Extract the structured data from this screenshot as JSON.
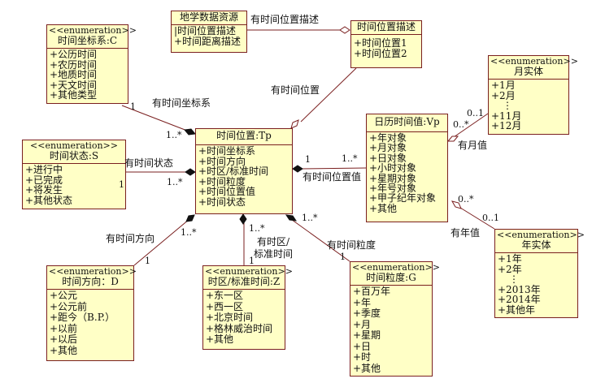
{
  "classes": {
    "geo_resource": {
      "name": "地学数据资源",
      "attrs": [
        "|时间位置描述",
        "+时间距离描述"
      ]
    },
    "time_pos_desc": {
      "name": "时间位置描述",
      "attrs": [
        "+时间位置1",
        "+时间位置2"
      ]
    },
    "time_coord_sys": {
      "stereotype": "<<enumeration>>",
      "name": "时间坐标系:C",
      "attrs": [
        "+公历时间",
        "+农历时间",
        "+地质时间",
        "+天文时间",
        "+其他类型"
      ]
    },
    "month_entity": {
      "stereotype": "<<enumeration>>",
      "name": "月实体",
      "attrs": [
        "+1月",
        "+2月",
        "⋮",
        "+11月",
        "+12月"
      ]
    },
    "calendar_value": {
      "name": "日历时间值:Vp",
      "attrs": [
        "+年对象",
        "+月对象",
        "+日对象",
        "+小时对象",
        "+星期对象",
        "+年号对象",
        "+甲子纪年对象",
        "+其他"
      ]
    },
    "time_state": {
      "stereotype": "<<enumeration>>",
      "name": "时间状态:S",
      "attrs": [
        "+进行中",
        "+已完成",
        "+将发生",
        "+其他状态"
      ]
    },
    "time_position": {
      "name": "时间位置:Tp",
      "attrs": [
        "+时间坐标系",
        "+时间方向",
        "+时区/标准时间",
        "+时间粒度",
        "+时间位置值",
        "+时间状态"
      ]
    },
    "year_entity": {
      "stereotype": "<<enumeration>>",
      "name": "年实体",
      "attrs": [
        "+1年",
        "+2年",
        "⋮",
        "+2013年",
        "+2014年",
        "+其他年"
      ]
    },
    "time_direction": {
      "stereotype": "<<enumeration>>",
      "name": "时间方向：D",
      "attrs": [
        "+公元",
        "+公元前",
        "+距今（B.P.）",
        "+以前",
        "+以后",
        "+其他"
      ]
    },
    "timezone": {
      "stereotype": "<<enumeration>>",
      "name": "时区/标准时间:Z",
      "attrs": [
        "+东一区",
        "+西一区",
        "+北京时间",
        "+格林威治时间",
        "+其他"
      ]
    },
    "granularity": {
      "stereotype": "<<enumeration>>",
      "name": "时间粒度:G",
      "attrs": [
        "+百万年",
        "+年",
        "+季度",
        "+月",
        "+星期",
        "+日",
        "+时",
        "+其他"
      ]
    }
  },
  "labels": {
    "has_pos_desc": "有时间位置描述",
    "has_pos": "有时间位置",
    "has_coord": "有时间坐标系",
    "has_state": "有时间状态",
    "has_value": "有时间位置值",
    "has_month": "有月值",
    "has_year": "有年值",
    "has_direction": "有时间方向",
    "has_tz_1": "有时区/",
    "has_tz_2": "标准时间",
    "has_gran": "有时间粒度"
  },
  "multiplicities": {
    "coord_tp": "1..*",
    "coord_c": "1",
    "state_tp": "1..*",
    "state_s": "1",
    "value_tp": "1",
    "value_vp": "1..*",
    "month_vp": "0..*",
    "month_m": "0..1",
    "year_vp": "0..*",
    "year_y": "0..1",
    "dir_tp": "1..*",
    "dir_d": "1",
    "tz_tp": "1..*",
    "tz_z": "1",
    "gran_tp": "1..*",
    "gran_g": "1"
  }
}
